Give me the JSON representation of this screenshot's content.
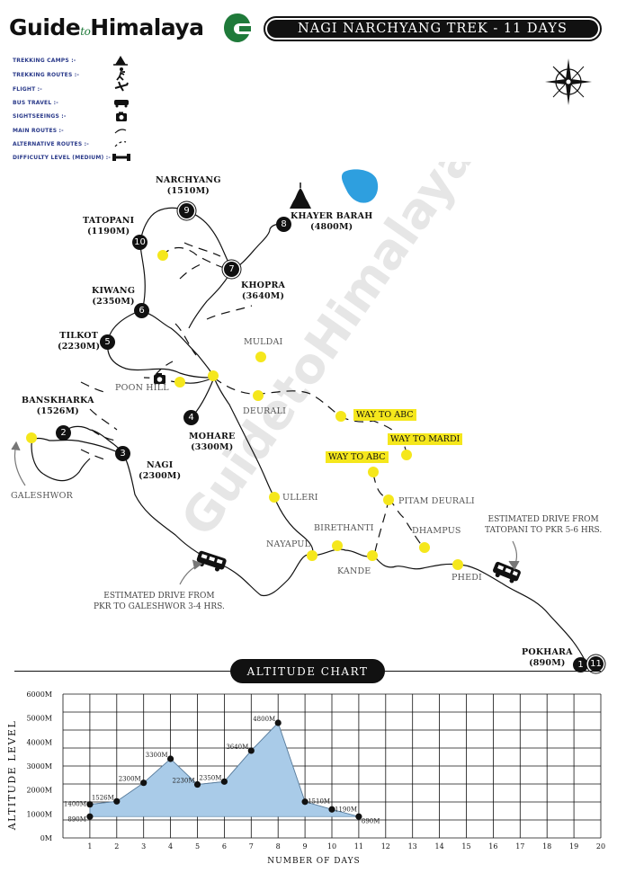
{
  "brand": {
    "name_left": "Guide",
    "name_mid": "to",
    "name_right": "Himalaya",
    "watermark": "GuidetoHimalaya"
  },
  "title": "NAGI NARCHYANG TREK - 11 DAYS",
  "legend": [
    {
      "label": "TREKKING CAMPS :-",
      "icon": "tent-icon"
    },
    {
      "label": "TREKKING ROUTES :-",
      "icon": "hiker-icon"
    },
    {
      "label": "FLIGHT :-",
      "icon": "airplane-icon"
    },
    {
      "label": "BUS TRAVEL :-",
      "icon": "bus-icon"
    },
    {
      "label": "SIGHTSEEINGS :-",
      "icon": "camera-icon"
    },
    {
      "label": "MAIN ROUTES :-",
      "icon": "solid-route-icon"
    },
    {
      "label": "ALTERNATIVE ROUTES :-",
      "icon": "dashed-route-icon"
    },
    {
      "label": "DIFFICULTY LEVEL (MEDIUM) :-",
      "icon": "dumbbell-icon"
    }
  ],
  "stops": [
    {
      "num": "1",
      "name": "POKHARA",
      "alt": "(890M)"
    },
    {
      "num": "2",
      "name": "BANSKHARKA",
      "alt": "(1526M)"
    },
    {
      "num": "3",
      "name": "NAGI",
      "alt": "(2300M)"
    },
    {
      "num": "4",
      "name": "MOHARE",
      "alt": "(3300M)"
    },
    {
      "num": "5",
      "name": "TILKOT",
      "alt": "(2230M)"
    },
    {
      "num": "6",
      "name": "KIWANG",
      "alt": "(2350M)"
    },
    {
      "num": "7",
      "name": "KHOPRA",
      "alt": "(3640M)"
    },
    {
      "num": "8",
      "name": "KHAYER BARAH",
      "alt": "(4800M)"
    },
    {
      "num": "9",
      "name": "NARCHYANG",
      "alt": "(1510M)"
    },
    {
      "num": "10",
      "name": "TATOPANI",
      "alt": "(1190M)"
    },
    {
      "num": "11",
      "name": "",
      "alt": ""
    }
  ],
  "places": {
    "poon_hill": "POON HILL",
    "muldai": "MULDAI",
    "deurali": "DEURALI",
    "ulleri": "ULLERI",
    "birethanti": "BIRETHANTI",
    "nayapul": "NAYAPUL",
    "kande": "KANDE",
    "pitam_deurali": "PITAM DEURALI",
    "dhampus": "DHAMPUS",
    "phedi": "PHEDI",
    "galeshwor": "GALESHWOR"
  },
  "highlights": {
    "way_to_abc_1": "WAY TO ABC",
    "way_to_mardi": "WAY TO MARDI",
    "way_to_abc_2": "WAY TO ABC"
  },
  "notes": {
    "drive_galeshwor_1": "ESTIMATED DRIVE FROM",
    "drive_galeshwor_2": "PKR TO GALESHWOR 3-4 HRS.",
    "drive_tatopani_1": "ESTIMATED DRIVE FROM",
    "drive_tatopani_2": "TATOPANI TO PKR 5-6 HRS."
  },
  "colors": {
    "lake": "#2e9fdf",
    "waypoint": "#f5e71c",
    "chart_fill": "#a9cbe8",
    "logo_green": "#1f7a3a"
  },
  "chart_data": {
    "type": "area",
    "title": "ALTITUDE CHART",
    "xlabel": "NUMBER OF DAYS",
    "ylabel": "ALTITUDE LEVEL",
    "xlim": [
      0,
      20
    ],
    "ylim": [
      0,
      6000
    ],
    "x_ticks": [
      "1",
      "2",
      "3",
      "4",
      "5",
      "6",
      "7",
      "8",
      "9",
      "10",
      "11",
      "12",
      "13",
      "14",
      "15",
      "16",
      "17",
      "18",
      "19",
      "20"
    ],
    "y_ticks": [
      "0M",
      "1000M",
      "2000M",
      "3000M",
      "4000M",
      "5000M",
      "6000M"
    ],
    "points": [
      {
        "x": 1,
        "y": 890,
        "label": "890M"
      },
      {
        "x": 1,
        "y": 1400,
        "label": "1400M"
      },
      {
        "x": 2,
        "y": 1526,
        "label": "1526M"
      },
      {
        "x": 3,
        "y": 2300,
        "label": "2300M"
      },
      {
        "x": 4,
        "y": 3300,
        "label": "3300M"
      },
      {
        "x": 5,
        "y": 2230,
        "label": "2230M"
      },
      {
        "x": 6,
        "y": 2350,
        "label": "2350M"
      },
      {
        "x": 7,
        "y": 3640,
        "label": "3640M"
      },
      {
        "x": 8,
        "y": 4800,
        "label": "4800M"
      },
      {
        "x": 9,
        "y": 1510,
        "label": "1510M"
      },
      {
        "x": 10,
        "y": 1190,
        "label": "1190M"
      },
      {
        "x": 11,
        "y": 890,
        "label": "890M"
      }
    ],
    "grid": true
  }
}
